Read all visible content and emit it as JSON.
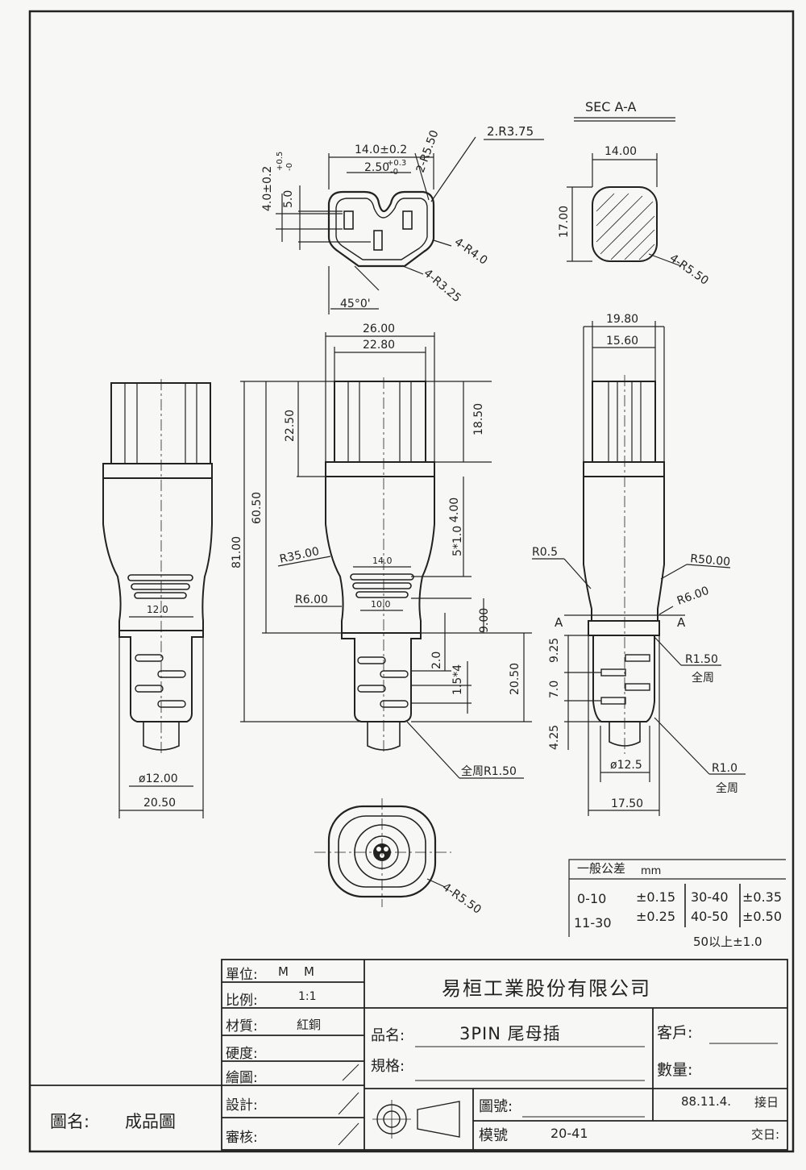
{
  "section": {
    "title": "SEC A-A",
    "width": "14.00",
    "height": "17.00",
    "radius": "4-R5.50"
  },
  "face": {
    "width_total": "14.0±0.2",
    "pin_gap": "2.50",
    "pin_gap_tol_upper": "+0.3",
    "pin_gap_tol_lower": "-0",
    "corner_radius_2": "2-R5.50",
    "radius_2": "2.R3.75",
    "height_a": "4.0±0.2",
    "height_b": "5.0",
    "height_b_tol_upper": "+0.5",
    "height_b_tol_lower": "-0",
    "radius_4": "4-R4.0",
    "radius_4b": "4-R3.25",
    "angle": "45°0'"
  },
  "front": {
    "width_outer": "26.00",
    "width_inner": "22.80",
    "height_top": "22.50",
    "height_head": "18.50",
    "height_total": "81.00",
    "height_body": "60.50",
    "rib_pitch": "5*1.0",
    "rib_span": "4.00",
    "r_large": "R35.00",
    "r_small": "R6.00",
    "rib_width": "14.0",
    "neck_width": "10.0",
    "neck_height": "9.00",
    "grip_height": "20.50",
    "grip_gap": "2.0",
    "grip_pitch": "1.5*4",
    "edge_radius": "全周R1.50"
  },
  "left_view": {
    "neck_width": "12.0",
    "cable_dia": "ø12.00",
    "base_width": "20.50"
  },
  "side": {
    "width_outer": "19.80",
    "width_inner": "15.60",
    "r_small": "R0.5",
    "r_large": "R50.00",
    "r_mid": "R6.00",
    "section_mark": "A",
    "r_grip": "R1.50",
    "r_grip_note": "全周",
    "dim_a": "9.25",
    "dim_b": "7.0",
    "dim_c": "4.25",
    "cable_dia": "ø12.5",
    "r_end": "R1.0",
    "r_end_note": "全周",
    "base_width": "17.50"
  },
  "bottom_view": {
    "radius": "4-R5.50"
  },
  "tolerance": {
    "title": "一般公差",
    "unit": "mm",
    "rows": [
      {
        "range": "0-10",
        "tol": "±0.15",
        "range2": "30-40",
        "tol2": "±0.35"
      },
      {
        "range": "11-30",
        "tol": "±0.25",
        "range2": "40-50",
        "tol2": "±0.50"
      }
    ],
    "extra": "50以上±1.0"
  },
  "title_block": {
    "unit_label": "單位:",
    "unit_value": "M    M",
    "scale_label": "比例:",
    "scale_value": "1:1",
    "material_label": "材質:",
    "material_value": "紅銅",
    "hardness_label": "硬度:",
    "drawn_label": "繪圖:",
    "design_label": "設計:",
    "review_label": "審核:",
    "company": "易桓工業股份有限公司",
    "product_label": "品名:",
    "product_value": "3PIN 尾母插",
    "spec_label": "規格:",
    "customer_label": "客戶:",
    "quantity_label": "數量:",
    "drawing_no_label": "圖號:",
    "date": "88.11.4.",
    "receive_label": "接日",
    "mold_label": "模號",
    "mold_value": "20-41",
    "deliver_label": "交日:",
    "drawing_name_label": "圖名:",
    "drawing_name_value": "成品圖"
  }
}
